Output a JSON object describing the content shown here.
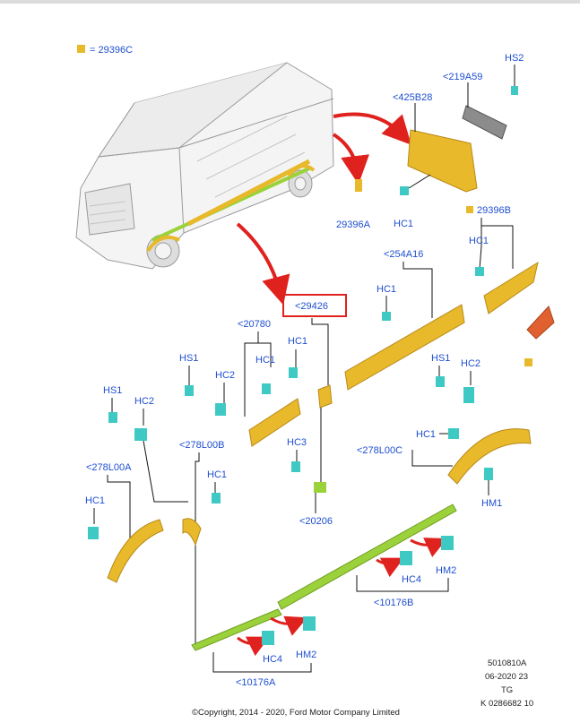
{
  "colors": {
    "label_blue": "#1f4fd1",
    "part_yellow": "#e8b92a",
    "clip_cyan": "#3fc9c4",
    "arrow_red": "#e0221f",
    "highlight_box": "#e0221f",
    "moulding_green": "#9bd13a",
    "bracket_orange": "#e0612f"
  },
  "legend": {
    "swatch_color": "#e8b92a",
    "text": "= 29396C"
  },
  "labels": {
    "hs2": "HS2",
    "p219a59": "<219A59",
    "p425b28": "<425B28",
    "hc1_top": "HC1",
    "p29396a": "29396A",
    "p29396b": "29396B",
    "hc1_b": "HC1",
    "p254a16": "<254A16",
    "hc1_254": "HC1",
    "p29426": "<29426",
    "p20780": "<20780",
    "hc1_29426": "HC1",
    "hs1_mid": "HS1",
    "hc2_mid": "HC2",
    "hc1_20780": "HC1",
    "hs1_right": "HS1",
    "hc2_right": "HC2",
    "hs1_left": "HS1",
    "hc2_left": "HC2",
    "p278l00b": "<278L00B",
    "hc3": "HC3",
    "hc1_c": "HC1",
    "p278l00c": "<278L00C",
    "p278l00a": "<278L00A",
    "hc1_a": "HC1",
    "hc1_b2": "HC1",
    "hm1": "HM1",
    "p20206": "<20206",
    "hm2_right": "HM2",
    "hc4_right": "HC4",
    "p10176b": "<10176B",
    "hc4_left": "HC4",
    "hm2_left": "HM2",
    "p10176a": "<10176A"
  },
  "footer": {
    "code1": "5010810A",
    "code2": "06-2020 23",
    "code3": "TG",
    "code4": "K 0286682 10",
    "copyright": "©Copyright, 2014 - 2020, Ford Motor Company Limited"
  }
}
